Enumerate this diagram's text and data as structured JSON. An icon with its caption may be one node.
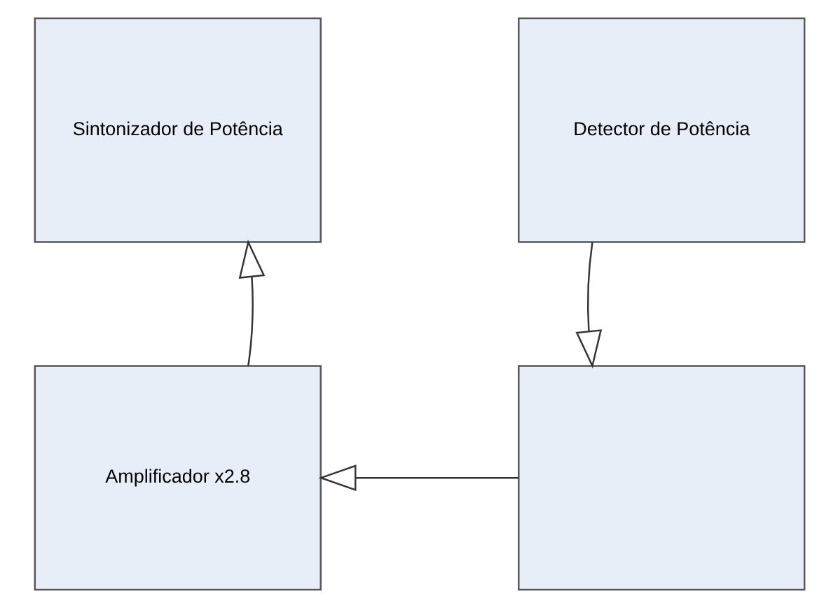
{
  "diagram": {
    "nodes": [
      {
        "text": [
          "Sintonizador de Potência"
        ]
      },
      {
        "text": [
          "Detector de Potência"
        ]
      },
      {
        "text": [
          "Amplificador x2.8"
        ]
      },
      {
        "text": [],
        "shape": "box"
      }
    ],
    "edges": [
      {
        "from": 2,
        "to": 0,
        "arrow": "to"
      },
      {
        "from": 1,
        "to": 3,
        "arrow": "to"
      },
      {
        "from": 3,
        "to": 2,
        "arrow": "to"
      }
    ]
  }
}
